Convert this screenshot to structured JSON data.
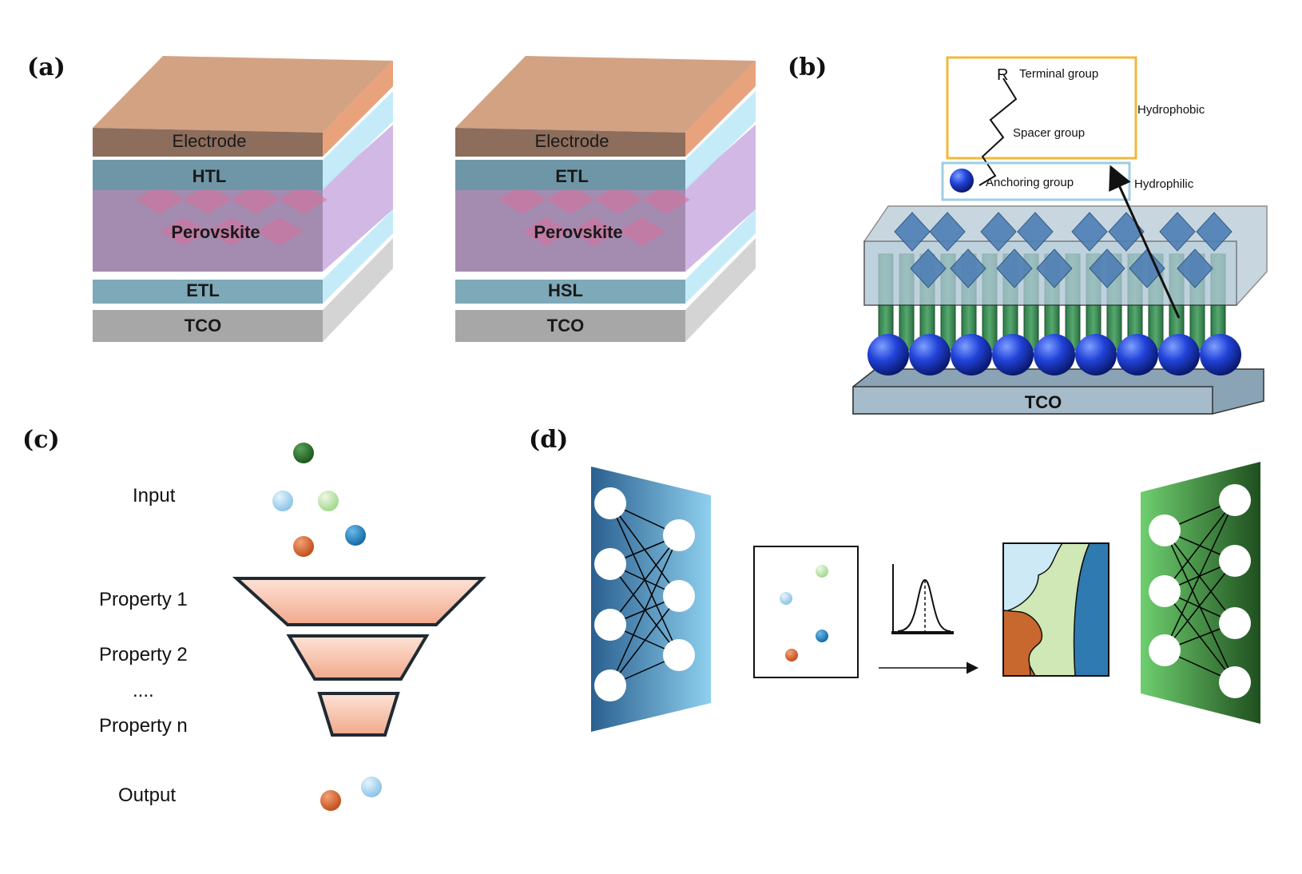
{
  "panels": {
    "a": "(a)",
    "b": "(b)",
    "c": "(c)",
    "d": "(d)"
  },
  "stack_left": {
    "electrode": "Electrode",
    "top_transport": "HTL",
    "absorber": "Perovskite",
    "bottom_transport": "ETL",
    "substrate": "TCO"
  },
  "stack_right": {
    "electrode": "Electrode",
    "top_transport": "ETL",
    "absorber": "Perovskite",
    "bottom_transport": "HSL",
    "substrate": "TCO"
  },
  "sam": {
    "r_symbol": "R",
    "terminal": "Terminal group",
    "spacer": "Spacer group",
    "anchoring": "Anchoring group",
    "hydrophobic": "Hydrophobic",
    "hydrophilic": "Hydrophilic",
    "substrate": "TCO"
  },
  "funnel": {
    "input": "Input",
    "property1": "Property 1",
    "property2": "Property 2",
    "ellipsis": "....",
    "propertyn": "Property n",
    "output": "Output"
  },
  "colors": {
    "electrode": "#c9926e",
    "htl": "#9ecde0",
    "perovskite": "#b99ad0",
    "tco": "#a9a9a9",
    "sam_green": "#3e8e5a",
    "sphere_blue": "#1f3fcf",
    "encoder_blue": "#2f6fa6",
    "decoder_green": "#3f8f3f",
    "funnel_fill": "#f5b9a0",
    "orange_dot": "#d2642c",
    "light_blue_dot": "#a8d4ef",
    "light_green_dot": "#b9e3a8",
    "blue_dot": "#1f7fc0",
    "dark_green_dot": "#2a6e2a",
    "terminal_box": "#f0b93a",
    "anchor_box": "#9fcde6"
  }
}
